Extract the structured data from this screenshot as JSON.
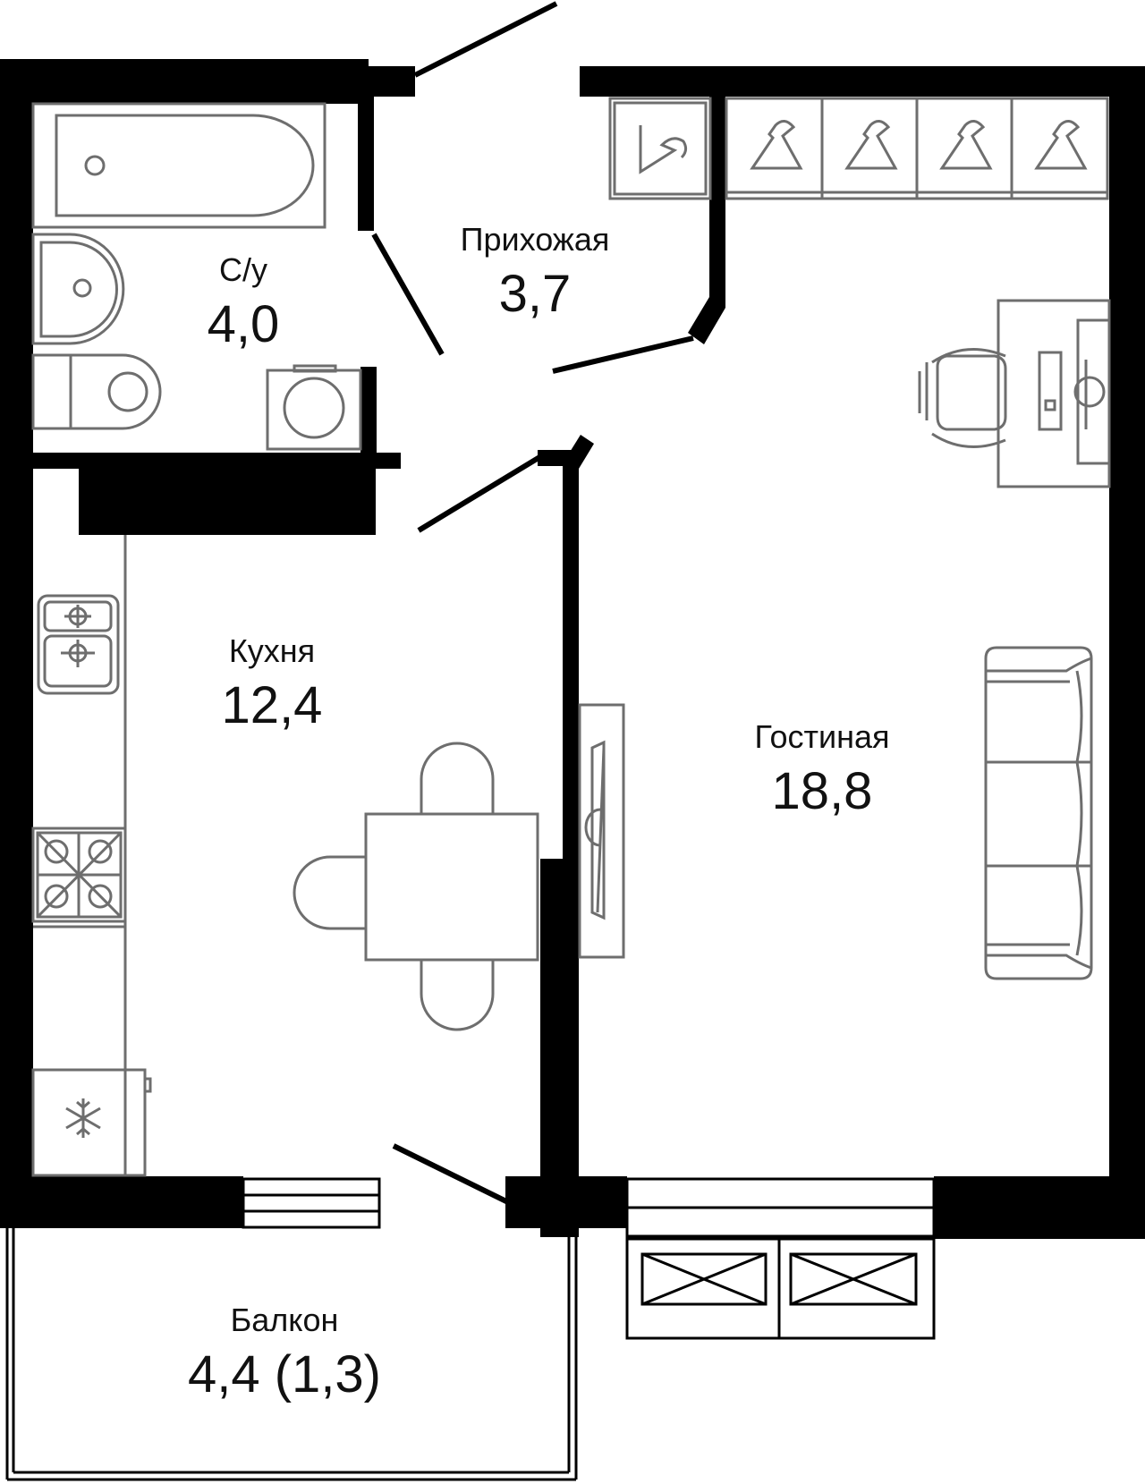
{
  "rooms": {
    "bathroom": {
      "name": "С/у",
      "area": "4,0"
    },
    "hallway": {
      "name": "Прихожая",
      "area": "3,7"
    },
    "kitchen": {
      "name": "Кухня",
      "area": "12,4"
    },
    "living": {
      "name": "Гостиная",
      "area": "18,8"
    },
    "balcony": {
      "name": "Балкон",
      "area": "4,4 (1,3)"
    }
  },
  "colors": {
    "wall": "#000000",
    "furniture": "#6e6e6e",
    "background": "#ffffff"
  },
  "icons": [
    "bathtub-icon",
    "sink-icon",
    "toilet-icon",
    "washing-machine-icon",
    "hanger-icon",
    "office-chair-icon",
    "desk-icon",
    "cooktop-icon",
    "kitchen-sink-icon",
    "snowflake-icon",
    "dining-table-icon",
    "chair-icon",
    "sofa-icon",
    "tv-icon",
    "window-icon"
  ]
}
